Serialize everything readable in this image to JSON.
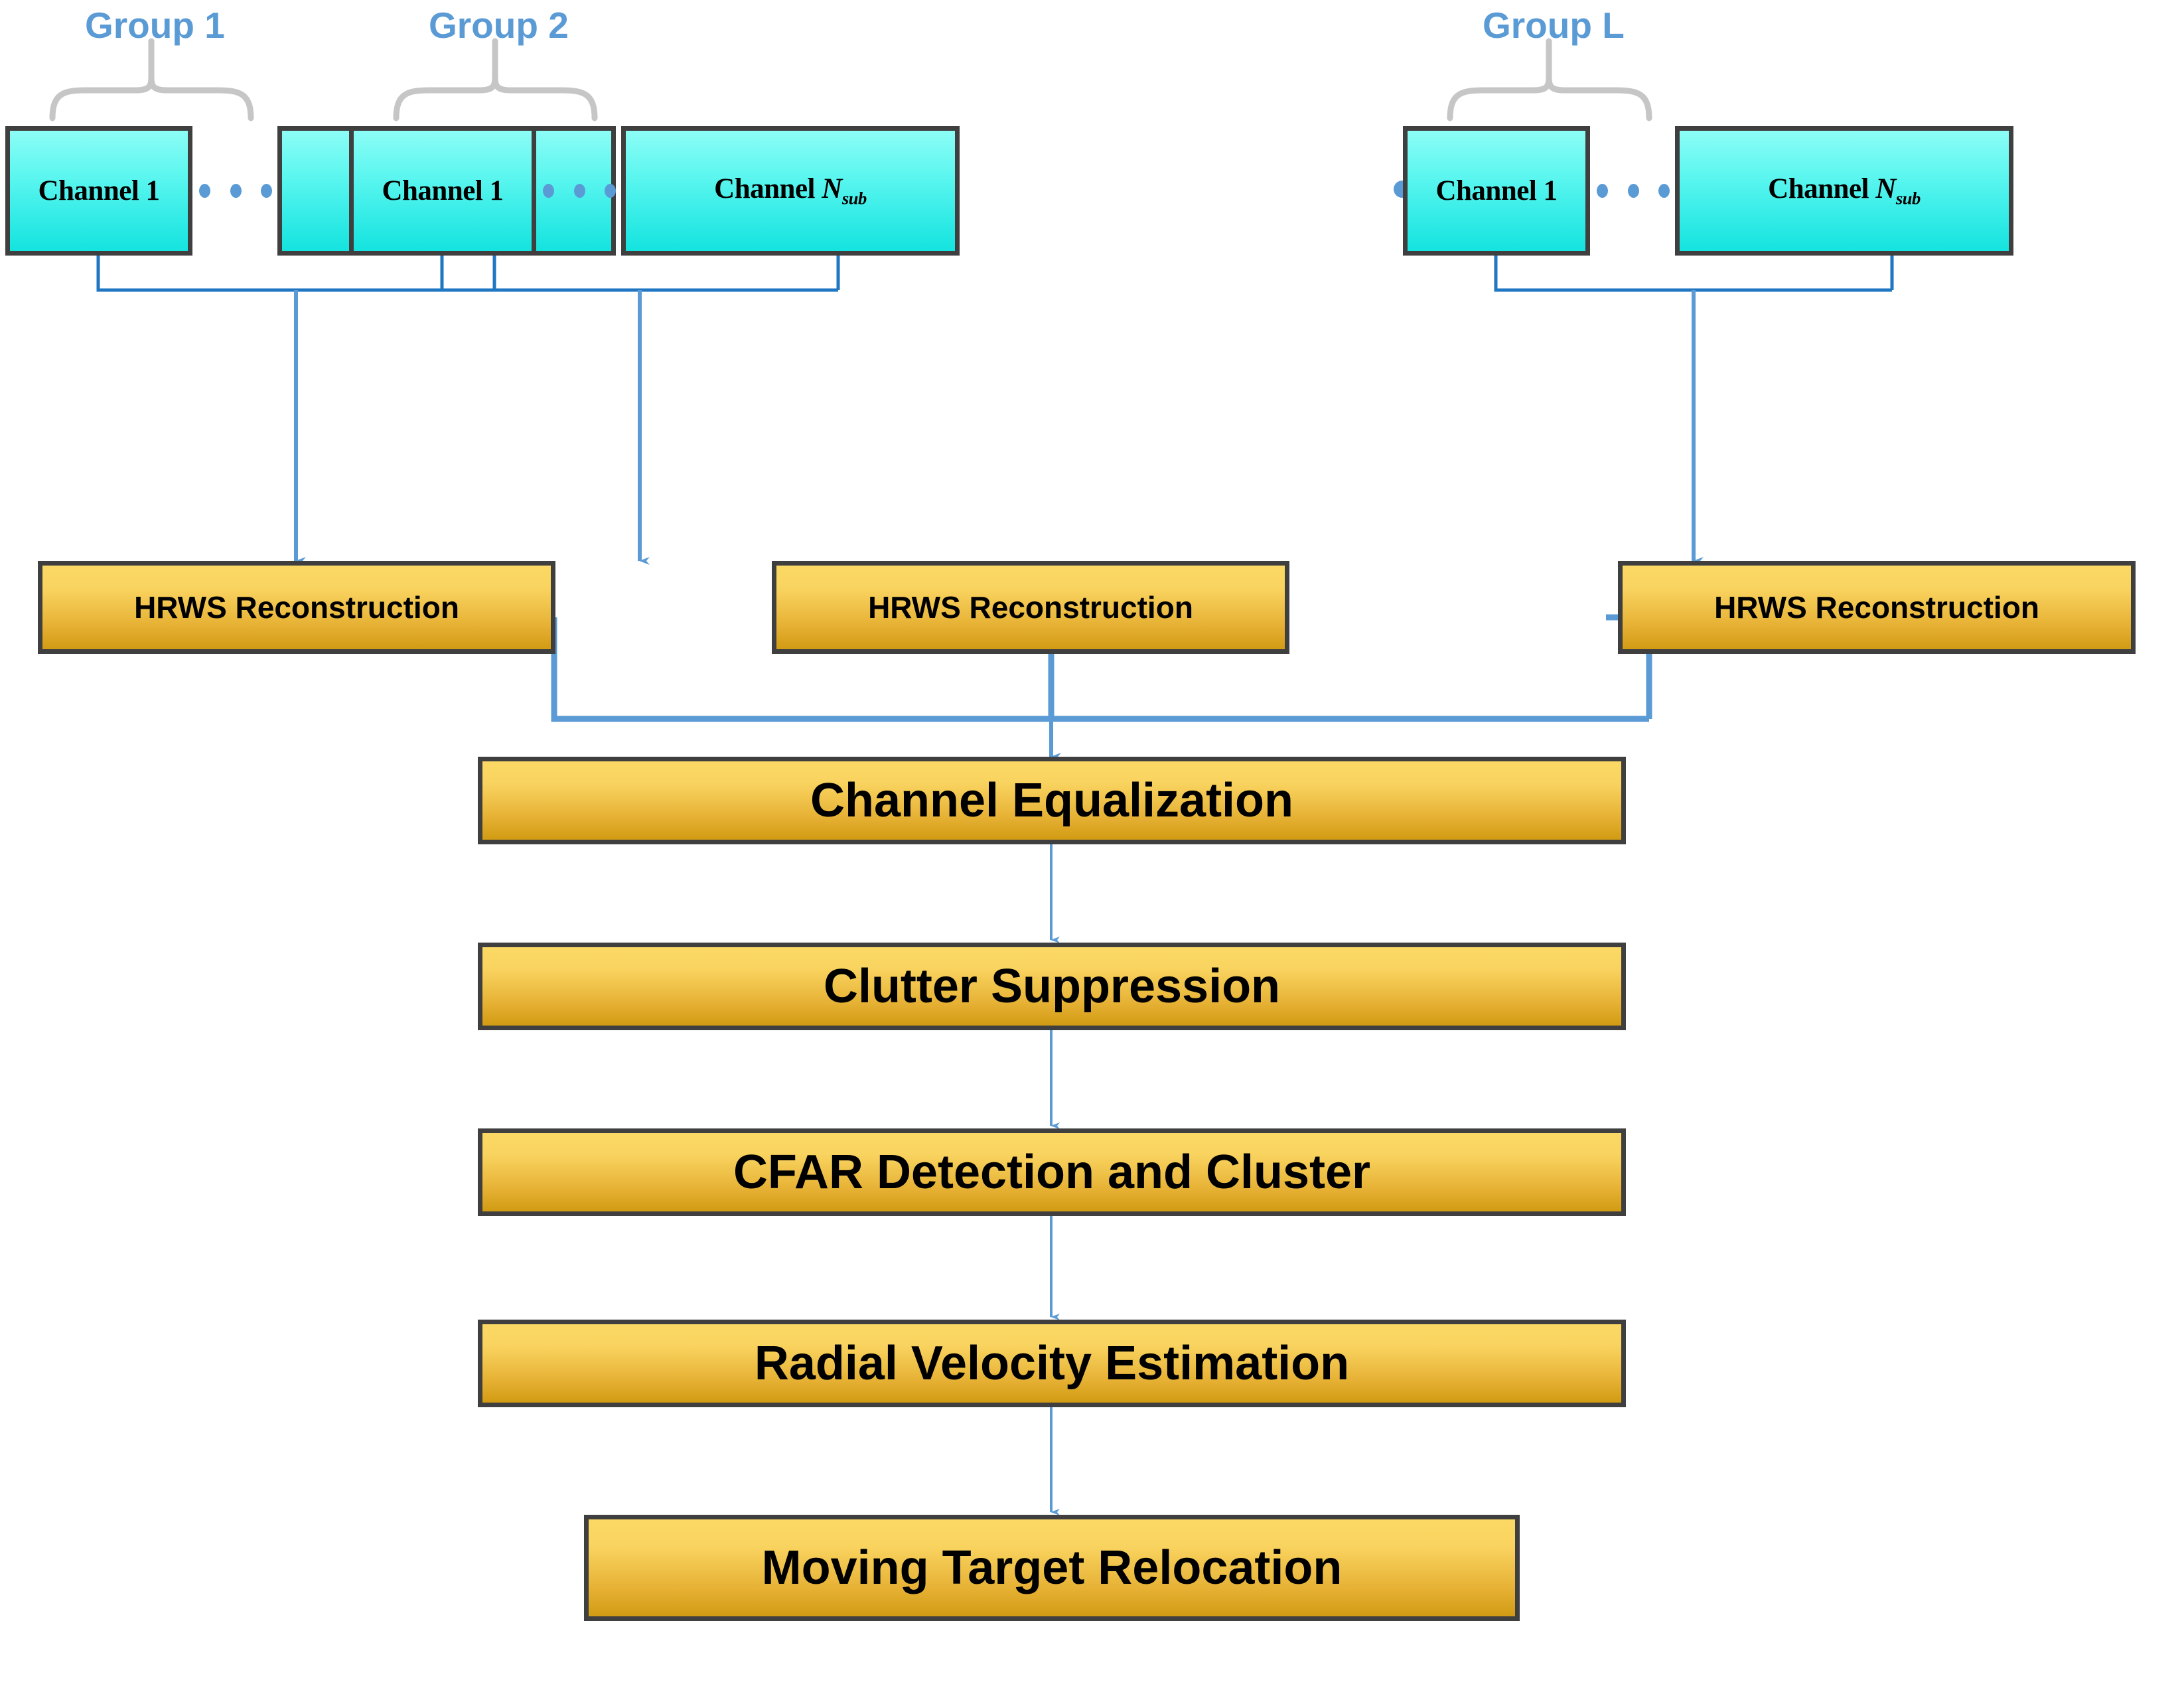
{
  "colors": {
    "accent_blue": "#5B9BD5",
    "connector_blue": "#5B9BD5",
    "channel_cyan_top": "#8CFDF6",
    "channel_cyan_bottom": "#14E3DF",
    "gold_top": "#FBD964",
    "gold_bottom": "#D19B13",
    "box_border": "#3F3F3F",
    "brace_gray": "#C6C6C6"
  },
  "groups": [
    {
      "label": "Group 1",
      "channel_first": "Channel 1",
      "channel_last_prefix": "Channel ",
      "channel_last_symbol": "N",
      "channel_last_subscript": "sub",
      "hrws_label": "HRWS Reconstruction"
    },
    {
      "label": "Group 2",
      "channel_first": "Channel 1",
      "channel_last_prefix": "Channel ",
      "channel_last_symbol": "N",
      "channel_last_subscript": "sub",
      "hrws_label": "HRWS Reconstruction"
    },
    {
      "label": "Group L",
      "channel_first": "Channel 1",
      "channel_last_prefix": "Channel ",
      "channel_last_symbol": "N",
      "channel_last_subscript": "sub",
      "hrws_label": "HRWS Reconstruction"
    }
  ],
  "pipeline": [
    {
      "label": "Channel Equalization"
    },
    {
      "label": "Clutter Suppression"
    },
    {
      "label": "CFAR Detection and Cluster"
    },
    {
      "label": "Radial Velocity Estimation"
    },
    {
      "label": "Moving Target Relocation"
    }
  ],
  "ellipsis": {
    "within_group": "• • •",
    "between_groups": "• • •"
  }
}
